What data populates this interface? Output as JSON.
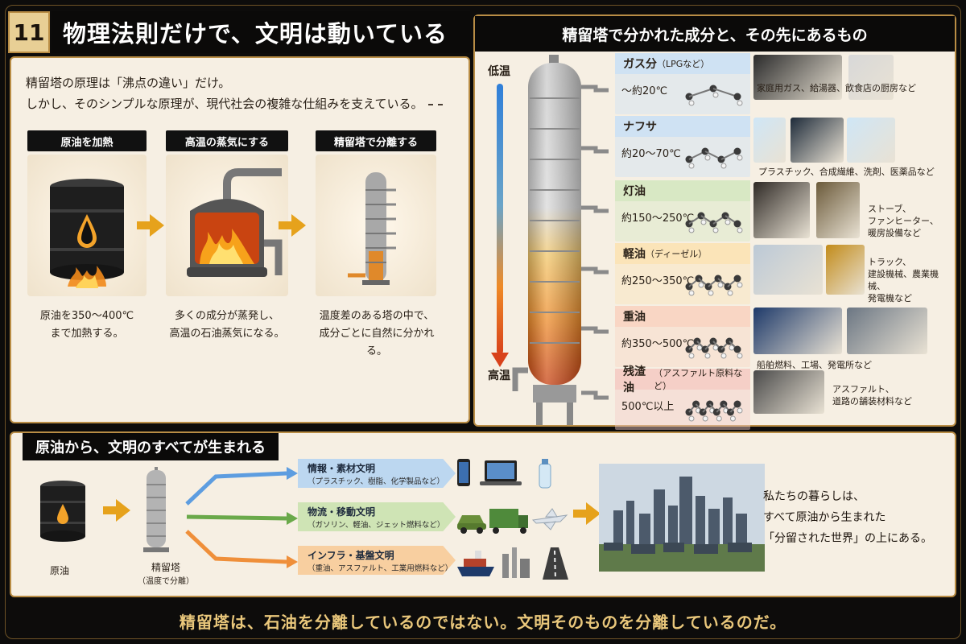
{
  "header": {
    "number": "11",
    "title": "物理法則だけで、文明は動いている"
  },
  "intro": {
    "line1": "精留塔の原理は「沸点の違い」だけ。",
    "line2": "しかし、そのシンプルな原理が、現代社会の複雑な仕組みを支えている。"
  },
  "steps": [
    {
      "label": "原油を加熱",
      "text1": "原油を350〜400℃",
      "text2": "まで加熱する。"
    },
    {
      "label": "高温の蒸気にする",
      "text1": "多くの成分が蒸発し、",
      "text2": "高温の石油蒸気になる。"
    },
    {
      "label": "精留塔で分離する",
      "text1": "温度差のある塔の中で、",
      "text2": "成分ごとに自然に分かれる。"
    }
  ],
  "right": {
    "title": "精留塔で分かれた成分と、その先にあるもの",
    "temp_low": "低温",
    "temp_high": "高温",
    "components": [
      {
        "name": "ガス分",
        "sub": "（LPGなど）",
        "temp": "〜約20℃",
        "color": "#cfe2f3",
        "use": [
          "家庭用ガス、給湯器、飲食店の厨房など"
        ]
      },
      {
        "name": "ナフサ",
        "sub": "",
        "temp": "約20〜70℃",
        "color": "#cfe2f3",
        "use": [
          "プラスチック、合成繊維、洗剤、医薬品など"
        ]
      },
      {
        "name": "灯油",
        "sub": "",
        "temp": "約150〜250℃",
        "color": "#d8e8c4",
        "use": [
          "ストーブ、",
          "ファンヒーター、",
          "暖房設備など"
        ]
      },
      {
        "name": "軽油",
        "sub": "（ディーゼル）",
        "temp": "約250〜350℃",
        "color": "#fbe4b8",
        "use": [
          "トラック、",
          "建設機械、農業機械、",
          "発電機など"
        ]
      },
      {
        "name": "重油",
        "sub": "",
        "temp": "約350〜500℃",
        "color": "#f9d6c4",
        "use": [
          "船舶燃料、工場、発電所など"
        ]
      },
      {
        "name": "残渣油",
        "sub": "（アスファルト原料など）",
        "temp": "500℃以上",
        "color": "#f5cfc7",
        "use": [
          "アスファルト、",
          "道路の舗装材料など"
        ]
      }
    ]
  },
  "bottom": {
    "title": "原油から、文明のすべてが生まれる",
    "barrel_label": "原油",
    "tower_label": "精留塔",
    "tower_sub": "（温度で分離）",
    "civs": [
      {
        "name": "情報・素材文明",
        "desc": "（プラスチック、樹脂、化学製品など）",
        "color": "#bcd7f0"
      },
      {
        "name": "物流・移動文明",
        "desc": "（ガソリン、軽油、ジェット燃料など）",
        "color": "#cfe4b5"
      },
      {
        "name": "インフラ・基盤文明",
        "desc": "（重油、アスファルト、工業用燃料など）",
        "color": "#f8cfa0"
      }
    ],
    "final": [
      "私たちの暮らしは、",
      "すべて原油から生まれた",
      "「分留された世界」の上にある。"
    ]
  },
  "footer": "精留塔は、石油を分離しているのではない。文明そのものを分離しているのだ。"
}
